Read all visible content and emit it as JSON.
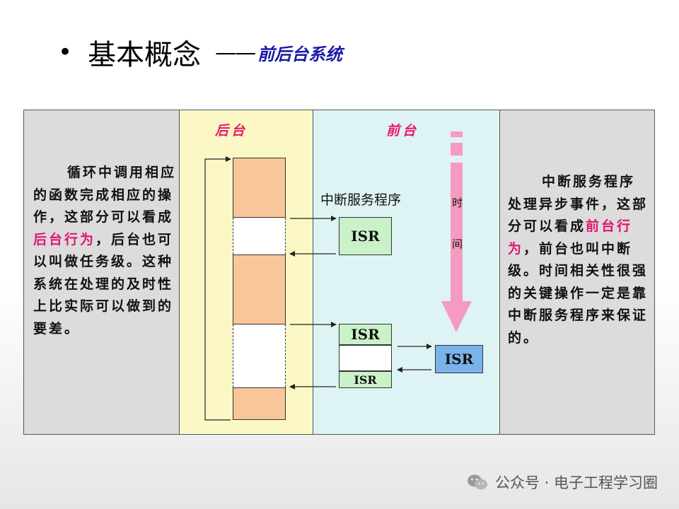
{
  "title": {
    "bullet": "•",
    "main": "基本概念",
    "dash": "——",
    "sub": "前后台系统"
  },
  "background_label": "后台",
  "foreground_label": "前台",
  "isr_program_label": "中断服务程序",
  "time_label": [
    "时",
    "间"
  ],
  "isr_boxes": {
    "isr1": "ISR",
    "isr2_top": "ISR",
    "isr2_bottom": "ISR",
    "isr3": "ISR"
  },
  "left_text": {
    "part1": "循环中调用相应的函数完成相应的操作，这部分可以看成",
    "highlight": "后台行为",
    "part2": "，后台也可以叫做任务级。这种系统在处理的及时性上比实际可以做到的要差。"
  },
  "right_text": {
    "part1": "中断服务程序处理异步事件，这部分可以看成",
    "highlight": "前台行为",
    "part2": "，前台也叫中断级。时间相关性很强的关键操作一定是靠中断服务程序来保证的。"
  },
  "watermark": "公众号 · 电子工程学习圈",
  "colors": {
    "highlight": "#e0156f",
    "title_sub": "#1a1aa8",
    "background_panel": "#fbf8c6",
    "foreground_panel": "#def3f3",
    "task_block": "#f9c69a",
    "isr_green": "#c9f2c9",
    "isr_blue": "#7ab2ea",
    "time_arrow": "#f59ac0"
  }
}
